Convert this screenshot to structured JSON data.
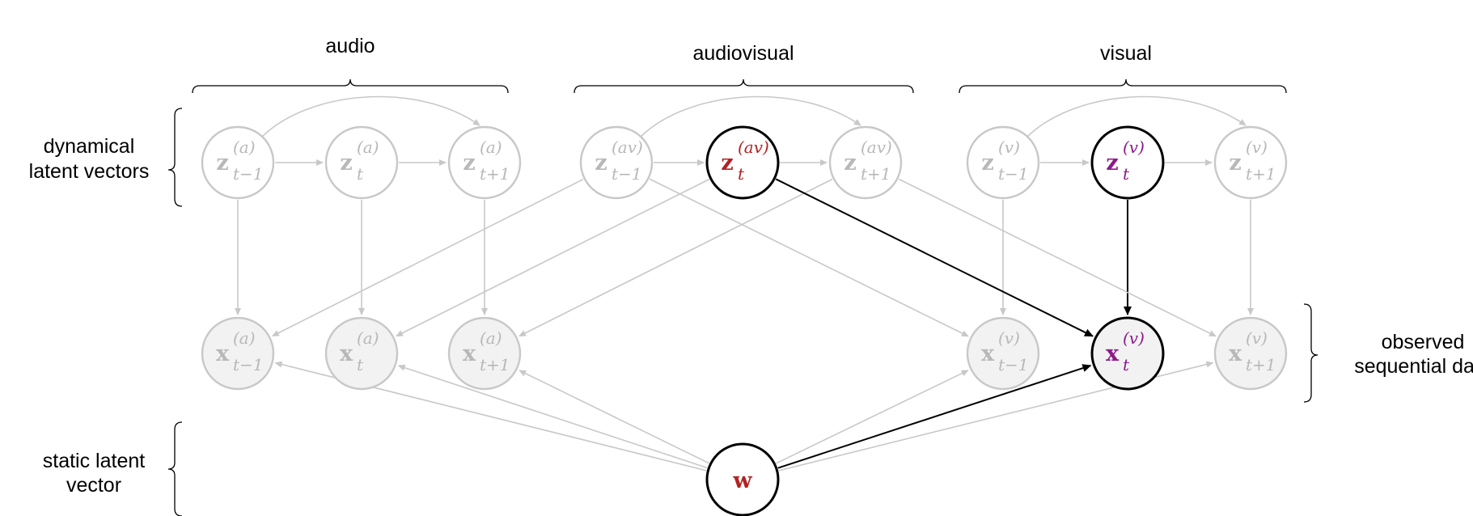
{
  "groups": {
    "audio": "audio",
    "audiovisual": "audiovisual",
    "visual": "visual"
  },
  "side_labels": {
    "dynamical_line1": "dynamical",
    "dynamical_line2": "latent vectors",
    "observed_line1": "observed",
    "observed_line2": "sequential data",
    "static_line1": "static latent",
    "static_line2": "vector"
  },
  "nodes": {
    "za_tm1": {
      "symbol": "z",
      "sub": "t−1",
      "sup": "(a)"
    },
    "za_t": {
      "symbol": "z",
      "sub": "t",
      "sup": "(a)"
    },
    "za_tp1": {
      "symbol": "z",
      "sub": "t+1",
      "sup": "(a)"
    },
    "zav_tm1": {
      "symbol": "z",
      "sub": "t−1",
      "sup": "(av)"
    },
    "zav_t": {
      "symbol": "z",
      "sub": "t",
      "sup": "(av)"
    },
    "zav_tp1": {
      "symbol": "z",
      "sub": "t+1",
      "sup": "(av)"
    },
    "zv_tm1": {
      "symbol": "z",
      "sub": "t−1",
      "sup": "(v)"
    },
    "zv_t": {
      "symbol": "z",
      "sub": "t",
      "sup": "(v)"
    },
    "zv_tp1": {
      "symbol": "z",
      "sub": "t+1",
      "sup": "(v)"
    },
    "xa_tm1": {
      "symbol": "x",
      "sub": "t−1",
      "sup": "(a)"
    },
    "xa_t": {
      "symbol": "x",
      "sub": "t",
      "sup": "(a)"
    },
    "xa_tp1": {
      "symbol": "x",
      "sub": "t+1",
      "sup": "(a)"
    },
    "xv_tm1": {
      "symbol": "x",
      "sub": "t−1",
      "sup": "(v)"
    },
    "xv_t": {
      "symbol": "x",
      "sub": "t",
      "sup": "(v)"
    },
    "xv_tp1": {
      "symbol": "x",
      "sub": "t+1",
      "sup": "(v)"
    },
    "w": {
      "symbol": "w",
      "sub": "",
      "sup": ""
    }
  },
  "colors": {
    "faded": "#c8c8c8",
    "faded_text": "#b8b8b8",
    "observed_fill": "#f2f2f2",
    "highlight_stroke": "#000000",
    "audiovisual_accent": "#b22222",
    "visual_accent": "#8b1a8b"
  }
}
